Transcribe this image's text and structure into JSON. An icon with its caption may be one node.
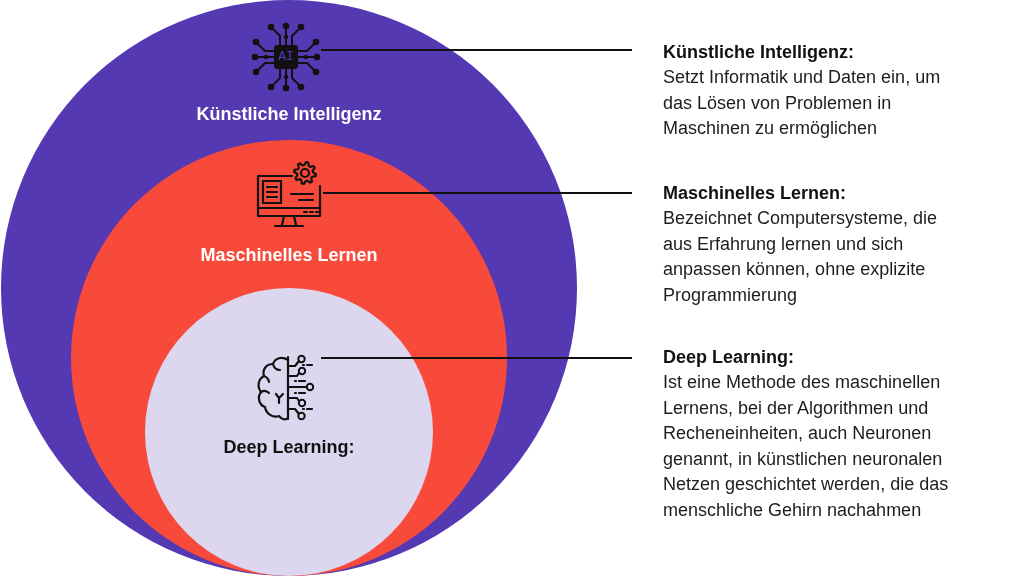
{
  "diagram": {
    "nodes": [
      {
        "text": [
          "Künstliche Intelligenz"
        ]
      },
      {
        "text": [
          "AI"
        ],
        "in": 0
      },
      {
        "text": [
          "Maschinelles Lernen"
        ],
        "in": 0
      },
      {
        "text": [],
        "shape": "picture",
        "in": 2
      },
      {
        "text": [
          "Deep Learning:"
        ],
        "in": 2
      },
      {
        "text": [],
        "shape": "picture",
        "in": 4
      },
      {
        "text": [
          "Künstliche Intelligenz:",
          "Setzt Informatik und Daten ein, um das Lösen von Problemen in Maschinen zu ermöglichen"
        ]
      },
      {
        "text": [
          "Maschinelles Lernen:",
          "Bezeichnet Computersysteme, die aus Erfahrung lernen und sich anpassen können, ohne explizite Programmierung"
        ]
      },
      {
        "text": [
          "Deep Learning:",
          "Ist eine Methode des maschinellen Lernens, bei der Algorithmen und Recheneinheiten, auch Neuronen genannt, in künstlichen neuronalen Netzen geschichtet werden, die das menschliche Gehirn nachahmen"
        ]
      }
    ],
    "edges": [
      {
        "from": 6,
        "to": 1,
        "arrow": "none"
      },
      {
        "from": 7,
        "to": 3,
        "arrow": "none"
      },
      {
        "from": 8,
        "to": 5,
        "arrow": "none"
      }
    ]
  }
}
